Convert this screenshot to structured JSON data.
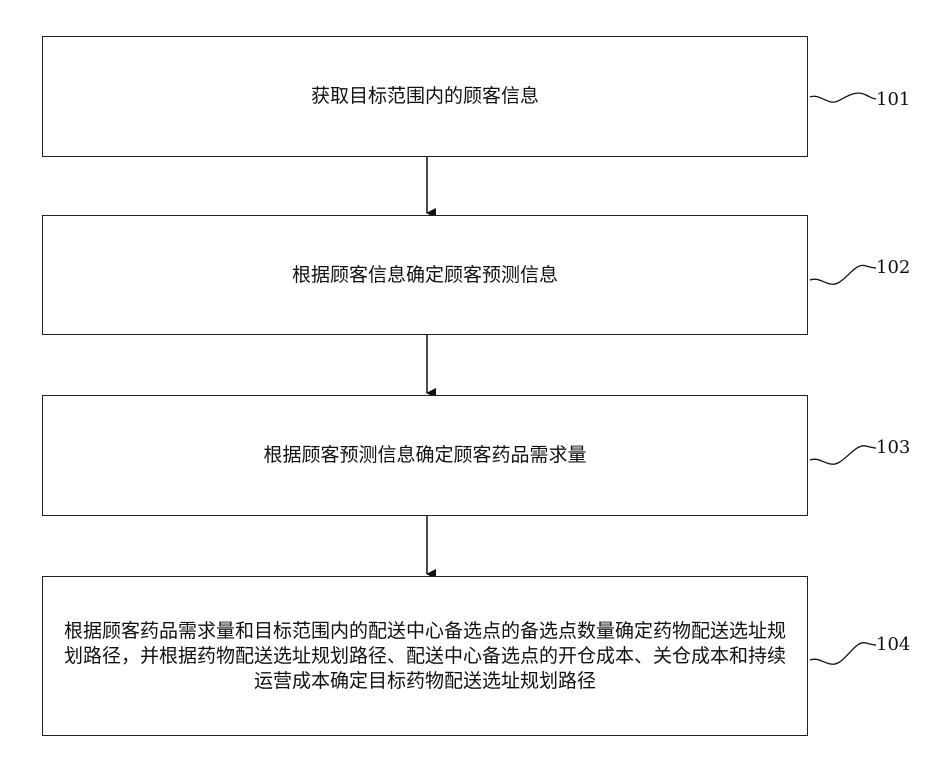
{
  "steps": [
    {
      "text": "获取目标范围内的顾客信息",
      "label": "101"
    },
    {
      "text": "根据顾客信息确定顾客预测信息",
      "label": "102"
    },
    {
      "text": "根据顾客预测信息确定顾客药品需求量",
      "label": "103"
    },
    {
      "text": "根据顾客药品需求量和目标范围内的配送中心备选点的备选点数量确定药物配送选址规划路径，并根据药物配送选址规划路径、配送中心备选点的开仓成本、关仓成本和持续运营成本确定目标药物配送选址规划路径",
      "label": "104"
    }
  ]
}
